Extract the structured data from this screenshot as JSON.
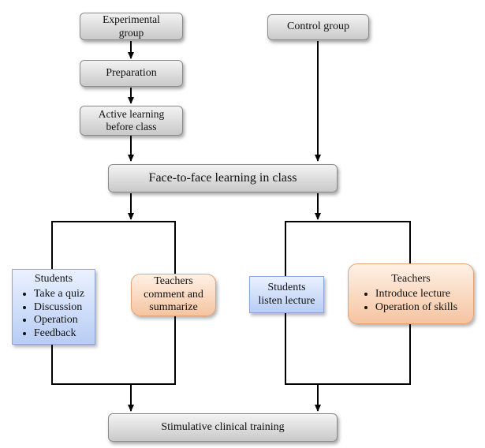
{
  "nodes": {
    "experimental_group": "Experimental\ngroup",
    "control_group": "Control group",
    "preparation": "Preparation",
    "active_learning": "Active learning\nbefore class",
    "face_to_face": "Face-to-face learning in class",
    "students_exp": {
      "title": "Students",
      "items": [
        "Take a quiz",
        "Discussion",
        "Operation",
        "Feedback"
      ]
    },
    "teachers_exp": "Teachers\ncomment and\nsummarize",
    "students_ctrl": "Students\nlisten lecture",
    "teachers_ctrl": {
      "title": "Teachers",
      "items": [
        "Introduce lecture",
        "Operation of skills"
      ]
    },
    "clinical_training": "Stimulative clinical training"
  },
  "colors": {
    "gray_box": "#d9d9d9",
    "blue_box": "#c7d7f5",
    "orange_box": "#f8cfae",
    "line": "#000000"
  }
}
